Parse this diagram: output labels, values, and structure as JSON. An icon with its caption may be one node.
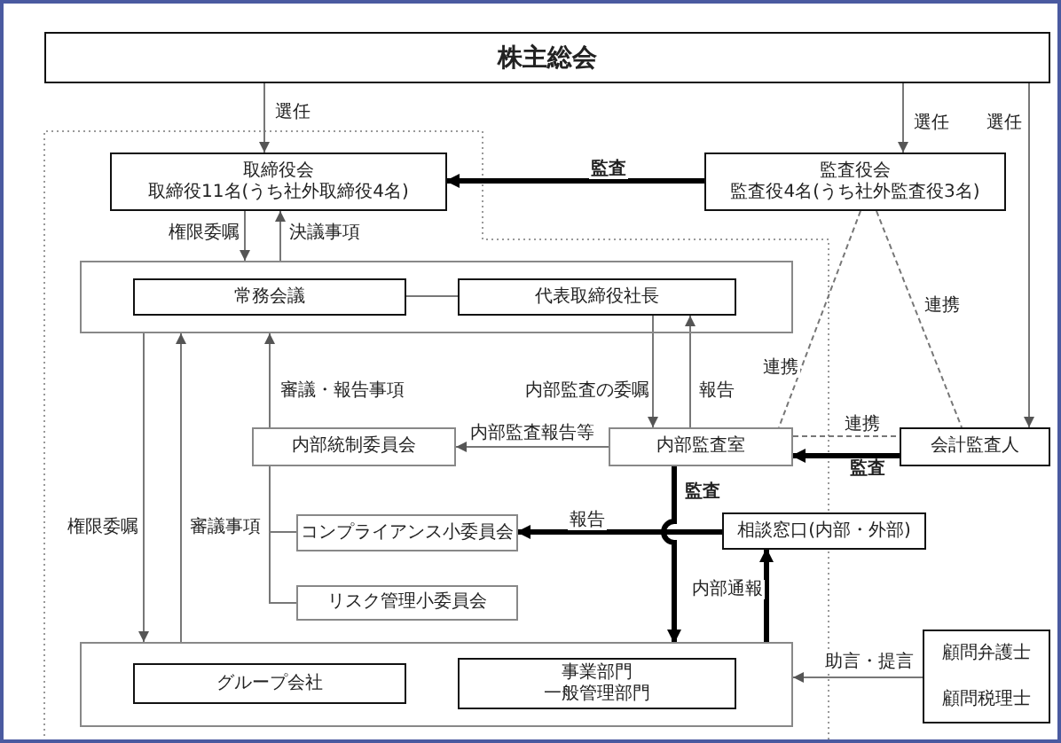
{
  "diagram": {
    "nodes": [
      {
        "text": [
          "株主総会"
        ]
      },
      {
        "text": [
          "取締役会",
          "取締役11名(うち社外取締役4名)"
        ]
      },
      {
        "text": [
          "監査役会",
          "監査役4名(うち社外監査役3名)"
        ]
      },
      {
        "text": [],
        "shape": "box"
      },
      {
        "text": [
          "常務会議"
        ],
        "in": 3
      },
      {
        "text": [
          "代表取締役社長"
        ],
        "in": 3
      },
      {
        "text": [
          "内部統制委員会"
        ]
      },
      {
        "text": [
          "内部監査室"
        ]
      },
      {
        "text": [
          "会計監査人"
        ]
      },
      {
        "text": [
          "コンプライアンス小委員会"
        ]
      },
      {
        "text": [
          "相談窓口(内部・外部)"
        ]
      },
      {
        "text": [
          "リスク管理小委員会"
        ]
      },
      {
        "text": [],
        "shape": "box"
      },
      {
        "text": [
          "グループ会社"
        ],
        "in": 12
      },
      {
        "text": [
          "事業部門",
          "一般管理部門"
        ],
        "in": 12
      },
      {
        "text": [
          "顧問弁護士",
          "顧問税理士"
        ]
      }
    ],
    "edges": [
      {
        "from": 0,
        "to": 1,
        "arrow": "to",
        "label": "選任"
      },
      {
        "from": 0,
        "to": 2,
        "arrow": "to",
        "label": "選任"
      },
      {
        "from": 0,
        "to": 8,
        "arrow": "to",
        "label": "選任"
      },
      {
        "from": 2,
        "to": 1,
        "arrow": "to",
        "label": "監査",
        "style": "thick",
        "color": "#000000"
      },
      {
        "from": 1,
        "to": 3,
        "arrow": "to",
        "label": "権限委嘱"
      },
      {
        "from": 3,
        "to": 1,
        "arrow": "to",
        "label": "決議事項"
      },
      {
        "from": 4,
        "to": 5,
        "arrow": "none"
      },
      {
        "from": 5,
        "to": 7,
        "arrow": "to",
        "label": "内部監査の委嘱"
      },
      {
        "from": 7,
        "to": 5,
        "arrow": "to",
        "label": "報告"
      },
      {
        "from": 2,
        "to": 7,
        "arrow": "none",
        "label": "連携",
        "style": "dashed"
      },
      {
        "from": 2,
        "to": 8,
        "arrow": "none",
        "label": "連携",
        "style": "dashed"
      },
      {
        "from": 7,
        "to": 8,
        "arrow": "none",
        "label": "連携",
        "style": "dashed"
      },
      {
        "from": 8,
        "to": 7,
        "arrow": "to",
        "label": "監査",
        "style": "thick",
        "color": "#000000"
      },
      {
        "from": 7,
        "to": 6,
        "arrow": "to",
        "label": "内部監査報告等"
      },
      {
        "from": 6,
        "to": 3,
        "arrow": "to",
        "label": "審議・報告事項"
      },
      {
        "from": 6,
        "to": 9,
        "arrow": "none"
      },
      {
        "from": 6,
        "to": 11,
        "arrow": "none"
      },
      {
        "from": 3,
        "to": 12,
        "arrow": "to",
        "label": "権限委嘱"
      },
      {
        "from": 12,
        "to": 3,
        "arrow": "to",
        "label": "審議事項"
      },
      {
        "from": 7,
        "to": 12,
        "arrow": "to",
        "label": "監査",
        "style": "thick",
        "color": "#000000"
      },
      {
        "from": 10,
        "to": 9,
        "arrow": "to",
        "label": "報告",
        "style": "thick",
        "color": "#000000"
      },
      {
        "from": 12,
        "to": 10,
        "arrow": "to",
        "label": "内部通報",
        "style": "thick",
        "color": "#000000"
      },
      {
        "from": 15,
        "to": 12,
        "arrow": "to",
        "label": "助言・提言"
      }
    ]
  }
}
